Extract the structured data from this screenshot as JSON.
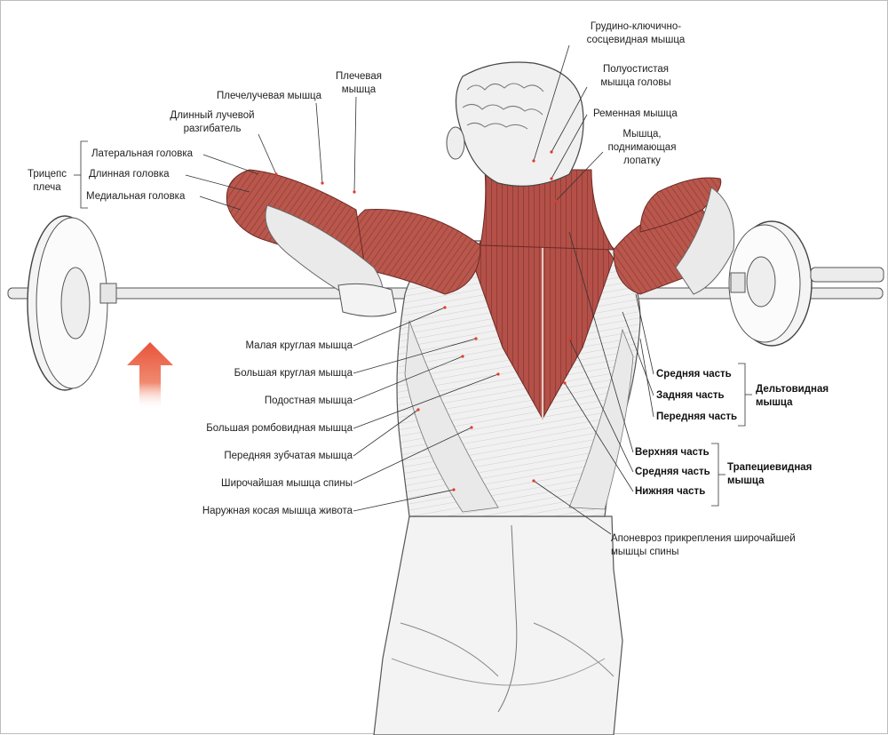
{
  "labels": {
    "sternocleido": "Грудино-ключично-\nсосцевидная мышца",
    "semispinalis": "Полуостистая\nмышца головы",
    "splenius": "Ременная мышца",
    "levator": "Мышца,\nподнимающая\nлопатку",
    "brachialis": "Плечевая\nмышца",
    "brachioradialis": "Плечелучевая мышца",
    "ext_carpi": "Длинный лучевой\nразгибатель",
    "lateral_head": "Латеральная головка",
    "long_head": "Длинная головка",
    "medial_head": "Медиальная головка",
    "triceps": "Трицепс\nплеча",
    "teres_minor": "Малая круглая мышца",
    "teres_major": "Большая круглая мышца",
    "infraspinatus": "Подостная мышца",
    "rhomboid": "Большая ромбовидная мышца",
    "serratus": "Передняя зубчатая мышца",
    "latissimus": "Широчайшая мышца спины",
    "oblique": "Наружная косая мышца живота",
    "aponeurosis": "Апоневроз прикрепления широчайшей\nмышцы спины"
  },
  "deltoid": {
    "parts": [
      "Средняя часть",
      "Задняя часть",
      "Передняя часть"
    ],
    "group": "Дельтовидная\nмышца"
  },
  "trapezius": {
    "parts": [
      "Верхняя часть",
      "Средняя часть",
      "Нижняя часть"
    ],
    "group": "Трапециевидная\nмышца"
  },
  "colors": {
    "muscle": "#b5524a",
    "muscle_light": "#d99487",
    "arrow": "#e8533a",
    "line": "#333333",
    "skin": "#f2f2f2"
  },
  "icons": {
    "arrow": "up-arrow-icon"
  }
}
